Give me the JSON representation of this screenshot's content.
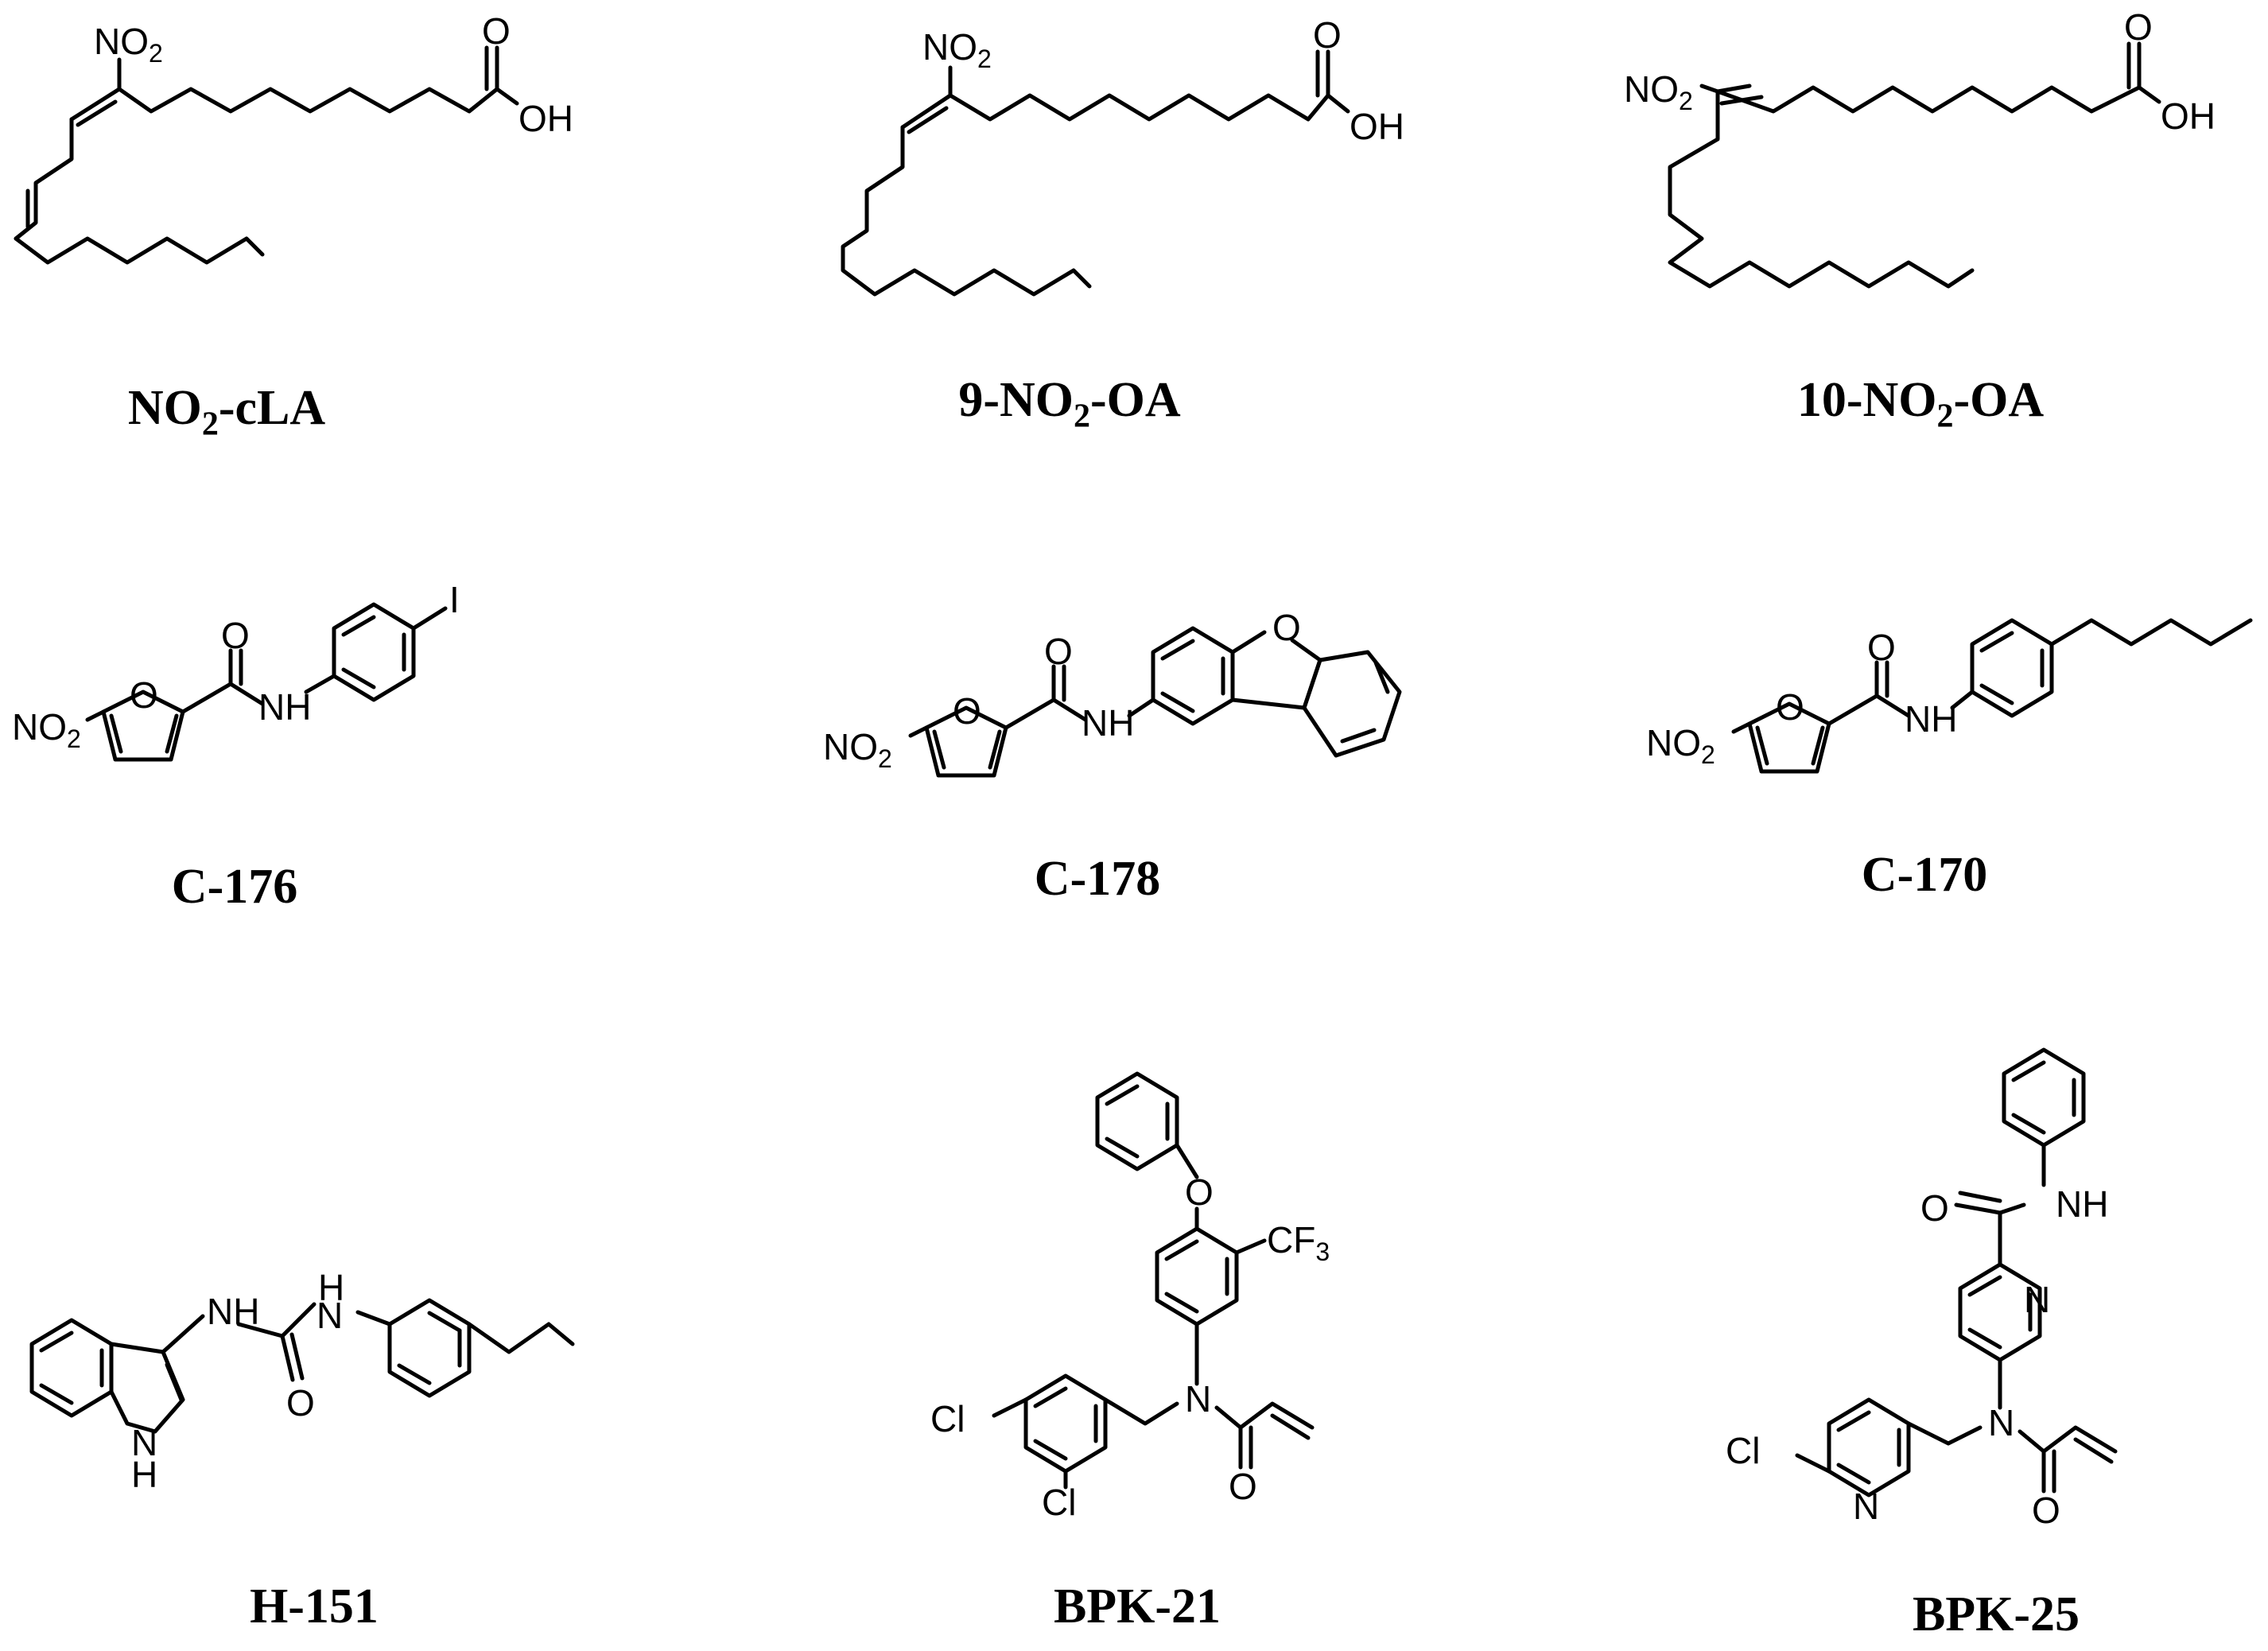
{
  "compounds": [
    {
      "id": "NO2-cLA",
      "name_parts": [
        "NO",
        "2",
        "-cLA"
      ]
    },
    {
      "id": "9-NO2-OA",
      "name_parts": [
        "9-NO",
        "2",
        "-OA"
      ]
    },
    {
      "id": "10-NO2-OA",
      "name_parts": [
        "10-NO",
        "2",
        "-OA"
      ]
    },
    {
      "id": "C-176",
      "name": "C-176"
    },
    {
      "id": "C-178",
      "name": "C-178"
    },
    {
      "id": "C-170",
      "name": "C-170"
    },
    {
      "id": "H-151",
      "name": "H-151"
    },
    {
      "id": "BPK-21",
      "name": "BPK-21"
    },
    {
      "id": "BPK-25",
      "name": "BPK-25"
    }
  ],
  "atom_labels": {
    "nitro": "NO2",
    "nitro_main": "NO",
    "nitro_sub": "2",
    "carbonyl_o": "O",
    "hydroxyl": "OH",
    "ring_o": "O",
    "amide_nh": "NH",
    "nh_h": "H",
    "nh_n": "N",
    "iodine": "I",
    "chlorine": "Cl",
    "nitrogen": "N",
    "cf3": "CF3"
  }
}
